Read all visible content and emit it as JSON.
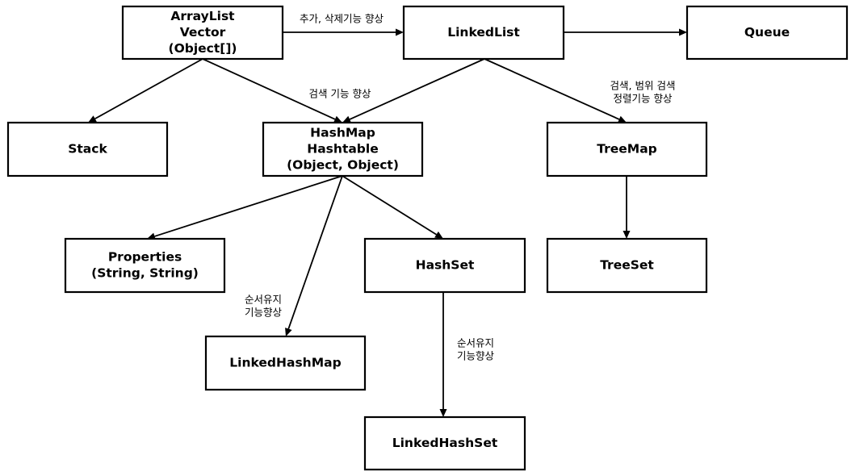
{
  "nodes": [
    {
      "id": "arraylist",
      "lines": [
        "ArrayList",
        "Vector",
        "(Object[])"
      ]
    },
    {
      "id": "linkedlist",
      "lines": [
        "LinkedList"
      ]
    },
    {
      "id": "queue",
      "lines": [
        "Queue"
      ]
    },
    {
      "id": "stack",
      "lines": [
        "Stack"
      ]
    },
    {
      "id": "hashmap",
      "lines": [
        "HashMap",
        "Hashtable",
        "(Object, Object)"
      ]
    },
    {
      "id": "treemap",
      "lines": [
        "TreeMap"
      ]
    },
    {
      "id": "properties",
      "lines": [
        "Properties",
        "(String, String)"
      ]
    },
    {
      "id": "hashset",
      "lines": [
        "HashSet"
      ]
    },
    {
      "id": "treeset",
      "lines": [
        "TreeSet"
      ]
    },
    {
      "id": "linkedhashmap",
      "lines": [
        "LinkedHashMap"
      ]
    },
    {
      "id": "linkedhashset",
      "lines": [
        "LinkedHashSet"
      ]
    }
  ],
  "edges": [
    {
      "from": "arraylist",
      "to": "linkedlist",
      "label": [
        "추가, 삭제기능 향상"
      ]
    },
    {
      "from": "linkedlist",
      "to": "queue",
      "label": []
    },
    {
      "from": "arraylist",
      "to": "stack",
      "label": []
    },
    {
      "from": "arraylist",
      "to": "hashmap",
      "label": [
        "검색 기능 향상"
      ]
    },
    {
      "from": "linkedlist",
      "to": "hashmap",
      "label": []
    },
    {
      "from": "linkedlist",
      "to": "treemap",
      "label": [
        "검색, 범위 검색",
        "정렬기능 향상"
      ]
    },
    {
      "from": "hashmap",
      "to": "properties",
      "label": []
    },
    {
      "from": "hashmap",
      "to": "linkedhashmap",
      "label": [
        "순서유지",
        "기능향상"
      ]
    },
    {
      "from": "hashmap",
      "to": "hashset",
      "label": []
    },
    {
      "from": "treemap",
      "to": "treeset",
      "label": []
    },
    {
      "from": "hashset",
      "to": "linkedhashset",
      "label": [
        "순서유지",
        "기능향상"
      ]
    }
  ]
}
